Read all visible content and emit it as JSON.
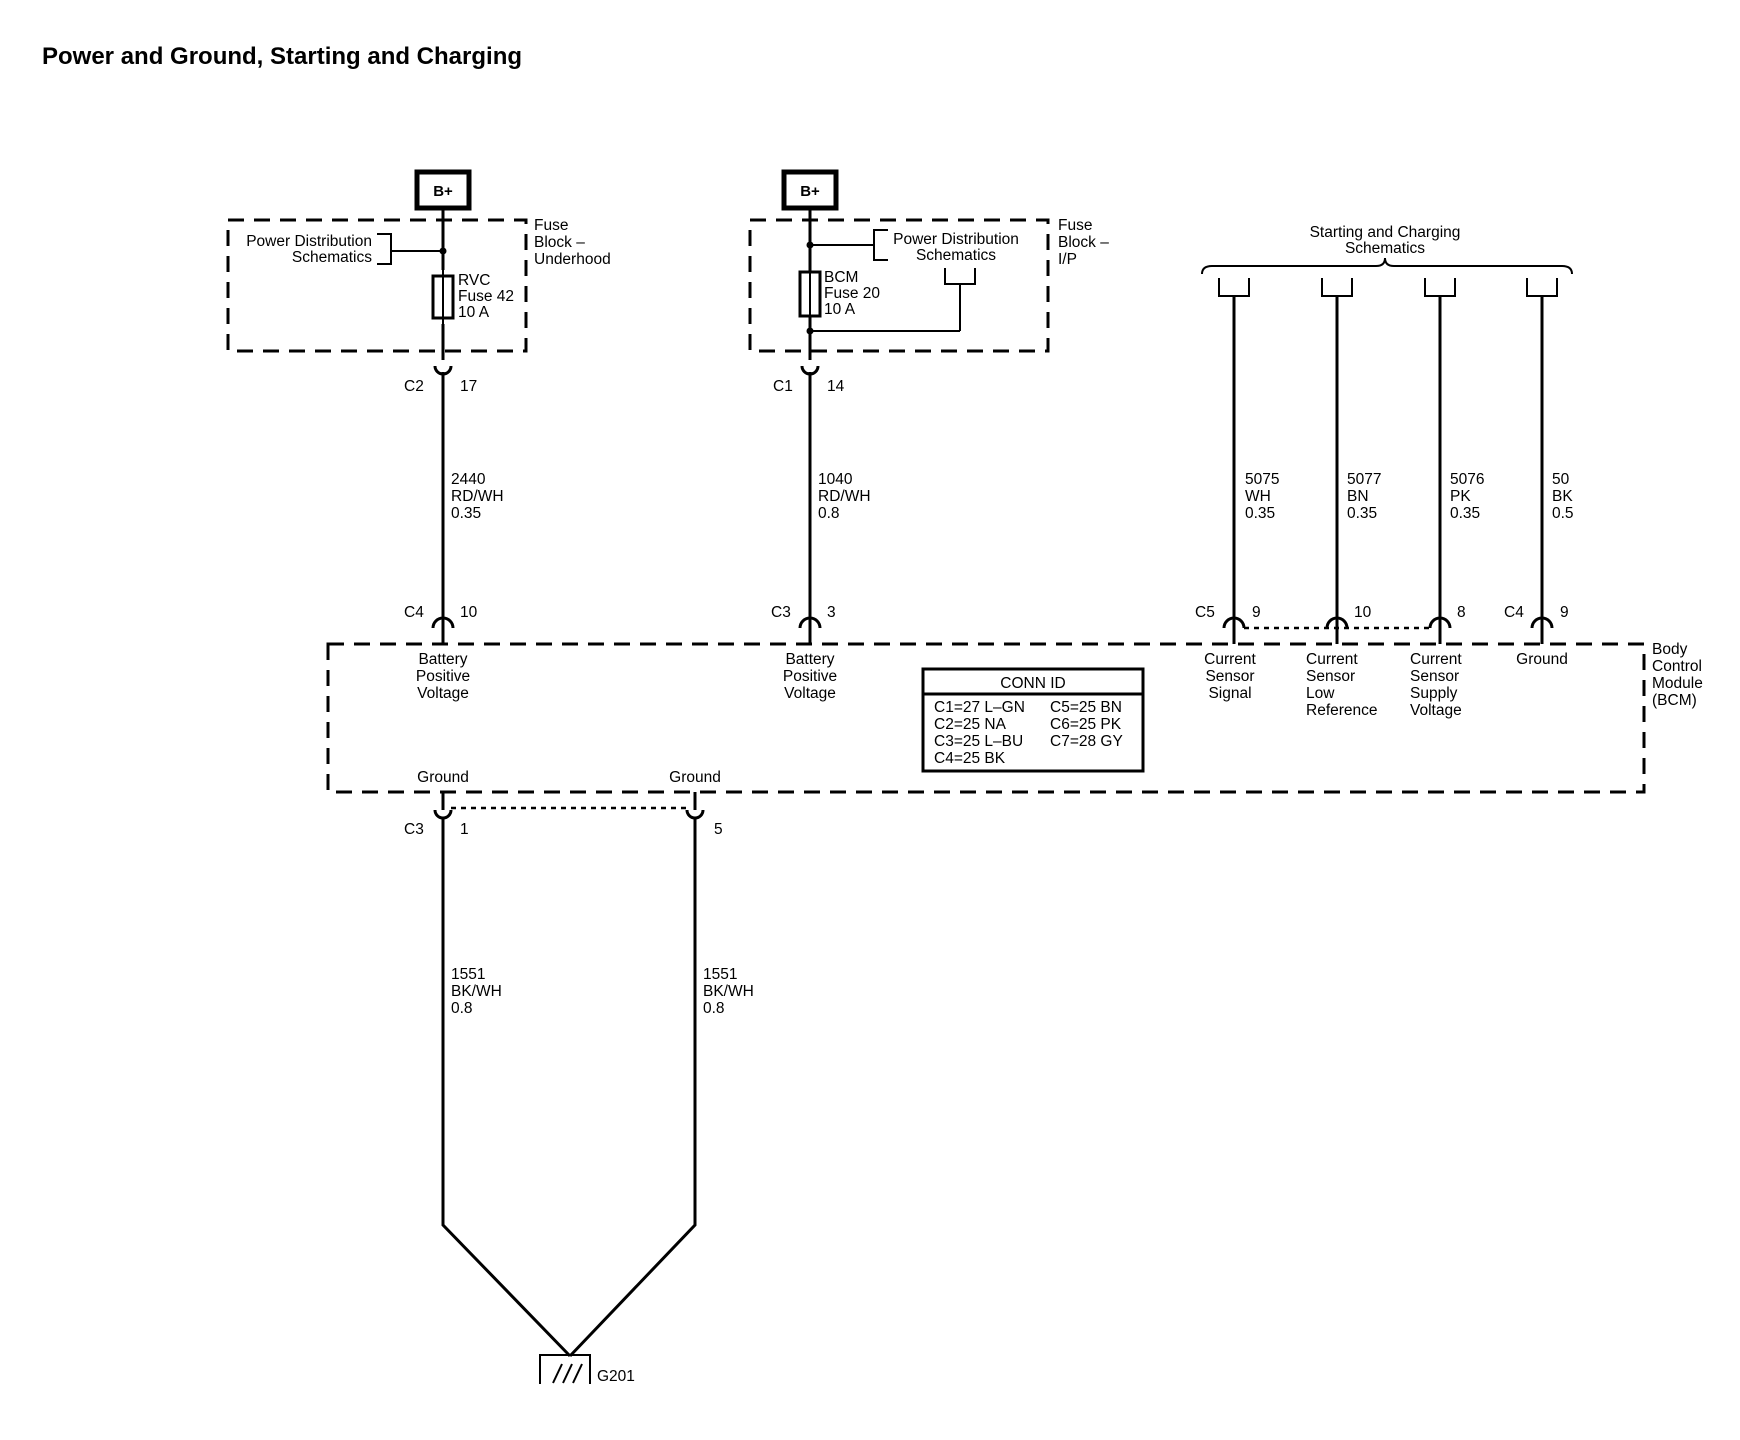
{
  "title": "Power and Ground, Starting and Charging",
  "b_plus": "B+",
  "fuse_block_underhood": {
    "l1": "Fuse",
    "l2": "Block –",
    "l3": "Underhood"
  },
  "fuse_block_ip": {
    "l1": "Fuse",
    "l2": "Block –",
    "l3": "I/P"
  },
  "pds": {
    "l1": "Power Distribution",
    "l2": "Schematics"
  },
  "fuse_rvc": {
    "l1": "RVC",
    "l2": "Fuse 42",
    "l3": "10 A"
  },
  "fuse_bcm": {
    "l1": "BCM",
    "l2": "Fuse 20",
    "l3": "10 A"
  },
  "starting_charging": {
    "l1": "Starting and Charging",
    "l2": "Schematics"
  },
  "connectors": {
    "c2_17": {
      "conn": "C2",
      "pin": "17"
    },
    "c1_14": {
      "conn": "C1",
      "pin": "14"
    },
    "c4_10": {
      "conn": "C4",
      "pin": "10"
    },
    "c3_3": {
      "conn": "C3",
      "pin": "3"
    },
    "c5_9": {
      "conn": "C5",
      "pin": "9"
    },
    "pin_10": {
      "pin": "10"
    },
    "pin_8": {
      "pin": "8"
    },
    "c4_9": {
      "conn": "C4",
      "pin": "9"
    },
    "c3_1": {
      "conn": "C3",
      "pin": "1"
    },
    "pin_5": {
      "pin": "5"
    }
  },
  "wires": {
    "w2440": {
      "circuit": "2440",
      "color": "RD/WH",
      "size": "0.35"
    },
    "w1040": {
      "circuit": "1040",
      "color": "RD/WH",
      "size": "0.8"
    },
    "w5075": {
      "circuit": "5075",
      "color": "WH",
      "size": "0.35"
    },
    "w5077": {
      "circuit": "5077",
      "color": "BN",
      "size": "0.35"
    },
    "w5076": {
      "circuit": "5076",
      "color": "PK",
      "size": "0.35"
    },
    "w50": {
      "circuit": "50",
      "color": "BK",
      "size": "0.5"
    },
    "w1551a": {
      "circuit": "1551",
      "color": "BK/WH",
      "size": "0.8"
    },
    "w1551b": {
      "circuit": "1551",
      "color": "BK/WH",
      "size": "0.8"
    }
  },
  "bcm_pins": {
    "batt1": {
      "l1": "Battery",
      "l2": "Positive",
      "l3": "Voltage"
    },
    "batt2": {
      "l1": "Battery",
      "l2": "Positive",
      "l3": "Voltage"
    },
    "cs_signal": {
      "l1": "Current",
      "l2": "Sensor",
      "l3": "Signal"
    },
    "cs_low": {
      "l1": "Current",
      "l2": "Sensor",
      "l3": "Low",
      "l4": "Reference"
    },
    "cs_supply": {
      "l1": "Current",
      "l2": "Sensor",
      "l3": "Supply",
      "l4": "Voltage"
    },
    "ground_top": "Ground",
    "ground1": "Ground",
    "ground2": "Ground"
  },
  "bcm": {
    "l1": "Body",
    "l2": "Control",
    "l3": "Module",
    "l4": "(BCM)"
  },
  "conn_id": {
    "header": "CONN ID",
    "left": [
      "C1=27 L–GN",
      "C2=25 NA",
      "C3=25 L–BU",
      "C4=25 BK"
    ],
    "right": [
      "C5=25 BN",
      "C6=25 PK",
      "C7=28 GY"
    ]
  },
  "ground_point": "G201"
}
